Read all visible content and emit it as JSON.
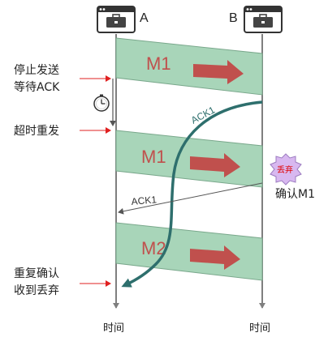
{
  "hosts": {
    "a": "A",
    "b": "B"
  },
  "timeline": {
    "a_label": "时间",
    "b_label": "时间"
  },
  "left_notes": {
    "stop_send_line1": "停止发送",
    "stop_send_line2": "等待ACK",
    "timeout_resend": "超时重发",
    "dup_confirm_line1": "重复确认",
    "dup_confirm_line2": "收到丢弃"
  },
  "frames": [
    {
      "label": "M1"
    },
    {
      "label": "M1"
    },
    {
      "label": "M2"
    }
  ],
  "acks": {
    "first": "ACK1",
    "second": "ACK1"
  },
  "receiver": {
    "discard_badge": "丢弃",
    "confirm": "确认M1"
  },
  "colors": {
    "frame_fill": "#a8d5b9",
    "arrow_fill": "#c0504d",
    "frame_text": "#c0504d",
    "ack_curve": "#2e6f6d",
    "note_arrow": "#e02020",
    "badge_fill": "#d8b8f0",
    "badge_text": "#e00000",
    "timeline": "#7f7f7f"
  },
  "icons": {
    "host": "server-window-icon",
    "timer": "clock-icon"
  }
}
